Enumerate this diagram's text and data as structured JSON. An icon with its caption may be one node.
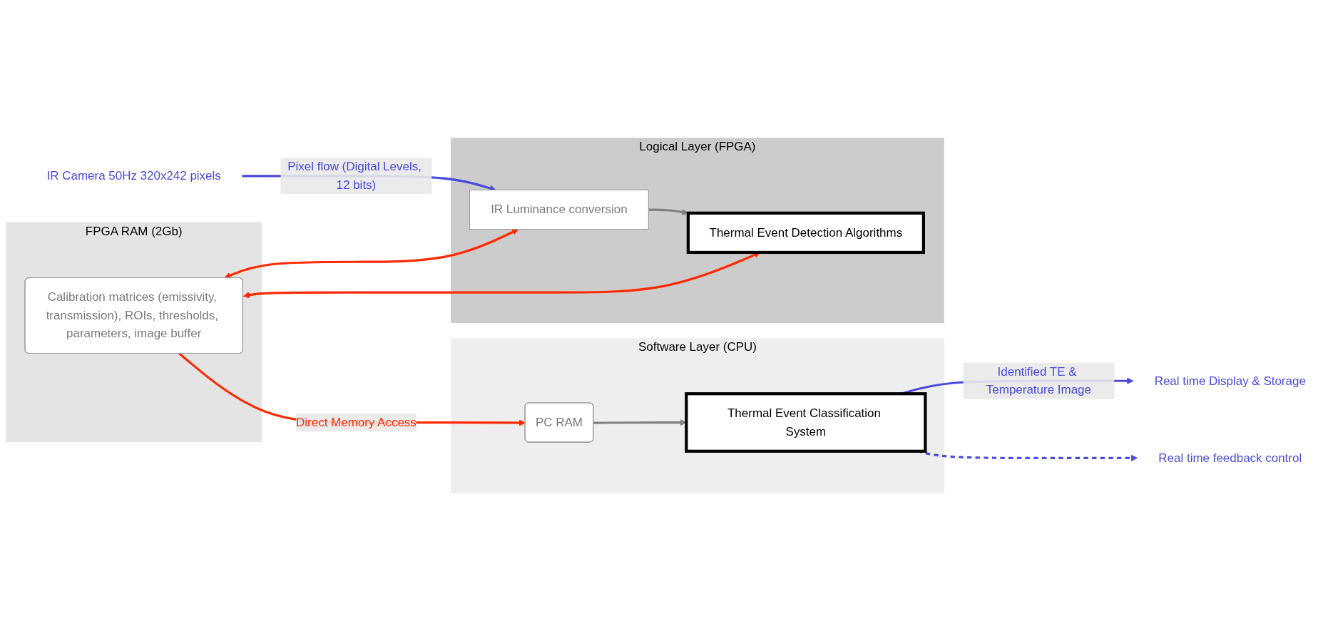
{
  "diagram": {
    "nodes": [
      {
        "text": [
          "Software Layer (CPU)"
        ]
      },
      {
        "text": [
          "PC RAM"
        ],
        "in": 0
      },
      {
        "text": [
          "Thermal Event Classification System"
        ],
        "in": 0
      },
      {
        "text": [
          "FPGA RAM (2Gb)"
        ]
      },
      {
        "text": [
          "Calibration matrices (emissivity, transmission), ROIs, thresholds, parameters, image buffer"
        ],
        "in": 3
      },
      {
        "text": [
          "Logical Layer (FPGA)"
        ]
      },
      {
        "text": [
          "IR Luminance conversion"
        ],
        "in": 5
      },
      {
        "text": [
          "Thermal Event Detection Algorithms"
        ],
        "in": 5
      },
      {
        "text": [
          "IR Camera 50Hz 320x242 pixels"
        ]
      },
      {
        "text": [
          "Real time Display & Storage"
        ]
      },
      {
        "text": [
          "Real time feedback control"
        ]
      }
    ],
    "edges": [
      {
        "from": 1,
        "to": 2,
        "arrow": "to",
        "color": "#808080"
      },
      {
        "from": 4,
        "to": 1,
        "arrow": "to",
        "label": "Direct Memory Access",
        "color": "#ff2a00"
      },
      {
        "from": 4,
        "to": 6,
        "arrow": "both",
        "color": "#ff2a00"
      },
      {
        "from": 4,
        "to": 7,
        "arrow": "both",
        "color": "#ff2a00"
      },
      {
        "from": 6,
        "to": 7,
        "arrow": "to",
        "color": "#808080"
      },
      {
        "from": 8,
        "to": 6,
        "arrow": "to",
        "label": "Pixel flow (Digital Levels, 12 bits)",
        "color": "#4a4adc"
      },
      {
        "from": 2,
        "to": 9,
        "arrow": "to",
        "label": "Identified TE & Temperature Image",
        "color": "#4a4adc"
      },
      {
        "from": 2,
        "to": 10,
        "arrow": "to",
        "style": "dashed",
        "color": "#4a4adc"
      }
    ]
  }
}
